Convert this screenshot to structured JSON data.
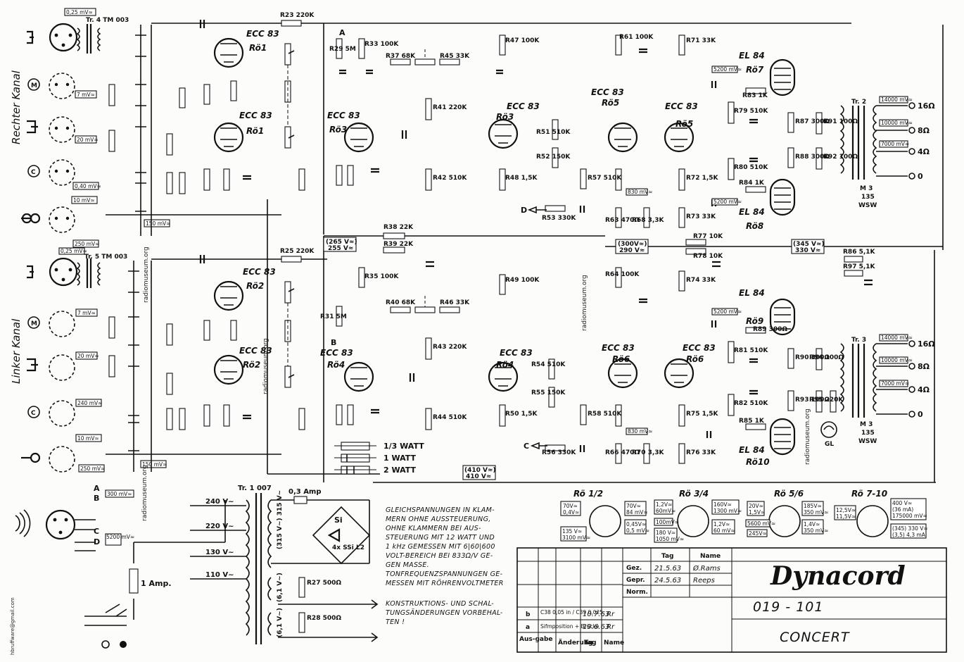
{
  "side_labels": {
    "right": "Rechter Kanal",
    "left": "Linker Kanal"
  },
  "transformers": {
    "tr4": "Tr. 4 TM 003",
    "tr5": "Tr. 5 TM 003",
    "tr1": "Tr. 1 007",
    "tr2": "Tr. 2",
    "tr3": "Tr. 3",
    "m3": "M 3",
    "m3b": "135",
    "m3c": "WSW"
  },
  "tubes": {
    "ecc83": "ECC 83",
    "el84": "EL 84",
    "ro1": "Rö1",
    "ro2": "Rö2",
    "ro3": "Rö3",
    "ro4": "Rö4",
    "ro5": "Rö5",
    "ro6": "Rö6",
    "ro7": "Rö7",
    "ro8": "Rö8",
    "ro9": "Rö9",
    "ro10": "Rö10"
  },
  "outputs": {
    "o16": "16Ω",
    "o8": "8Ω",
    "o4": "4Ω",
    "o0": "0"
  },
  "levels_right": [
    "0,25 mV≈",
    "7 mV≈",
    "20 mV≈",
    "0,40 mV≈",
    "10 mV≈",
    "150 mV≈",
    "250 mV≈"
  ],
  "levels_left": [
    "0,25 mV≈",
    "7 mV≈",
    "20 mV≈",
    "240 mV≈",
    "10 mV≈",
    "150 mV≈",
    "250 mV≈"
  ],
  "out_levels": [
    "14000 mV≈",
    "10000 mV≈",
    "7000 mV≈"
  ],
  "voltages": {
    "v265": "(265 V≈)",
    "v255": "255 V≈",
    "v300": "(300V≈)",
    "v290": "290 V≈",
    "v345": "(345 V≈)",
    "v330": "330 V≈",
    "v410a": "(410 V≈)",
    "v410b": "410 V≈",
    "v5200": "5200 mV≈",
    "v830": "830 mV≈"
  },
  "resistors_top": [
    "R23 220K",
    "R29 5M",
    "R33 100K",
    "R37 68K",
    "R45 33K",
    "R41 220K",
    "R42 510K",
    "R47 100K",
    "R48 1,5K",
    "R61 100K",
    "R71 33K",
    "R51 510K",
    "R52 150K",
    "R57 510K",
    "R53 330K",
    "R63 470Ω",
    "R68 3,3K",
    "R72 1,5K",
    "R73 33K",
    "R79 510K",
    "R80 510K",
    "R84 1K",
    "R83 1K",
    "R87 300Ω",
    "R88 300Ω",
    "R91 100Ω",
    "R92 100Ω"
  ],
  "resistors_bottom": [
    "R25 220K",
    "R31 5M",
    "R35 100K",
    "R38 22K",
    "R39 22K",
    "R40 68K",
    "R46 33K",
    "R43 220K",
    "R44 510K",
    "R49 100K",
    "R50 1,5K",
    "R64 100K",
    "R74 33K",
    "R77 10K",
    "R78 10K",
    "R86 5,1K",
    "R97 5,1K",
    "R54 510K",
    "R55 150K",
    "R58 510K",
    "R56 330K",
    "R66 470Ω",
    "R70 3,3K",
    "R75 1,5K",
    "R76 33K",
    "R81 510K",
    "R82 510K",
    "R85 1K",
    "R89 300Ω",
    "R90 300Ω",
    "R93 100Ω",
    "R94 100Ω",
    "R95 220K"
  ],
  "misc_labels": {
    "A": "A",
    "B": "B",
    "C": "C",
    "D": "D",
    "gl": "GL",
    "si": "Si",
    "ssi": "4x SSi L2",
    "fuse1": "0,3 Amp",
    "fuse2": "1 Amp."
  },
  "watt_legend": [
    "1/3 WATT",
    "1 WATT",
    "2 WATT"
  ],
  "mains": [
    "240 V~",
    "220 V~",
    "130 V~",
    "110 V~"
  ],
  "sec_windings": [
    "(315 V~) 315 V~",
    "(6,1 V~)",
    "(6,1 V~)"
  ],
  "heater_res": [
    "R27 500Ω",
    "R28 500Ω"
  ],
  "tape_levels": [
    "300 mV≈",
    "5200 mV≈"
  ],
  "note_lines": [
    "GLEICHSPANNUNGEN IN KLAM-",
    "MERN OHNE AUSSTEUERUNG,",
    "OHNE KLAMMERN BEI AUS-",
    "STEUERUNG MIT 12 WATT UND",
    "1 kHz GEMESSEN MIT 6|60|600",
    "VOLT-BEREICH BEI 833Ω/V GE-",
    "GEN MASSE.",
    "TONFREQUENZSPANNUNGEN GE-",
    "MESSEN MIT RÖHRENVOLTMETER",
    "",
    "KONSTRUKTIONS- UND SCHAL-",
    "TUNGSÄNDERUNGEN VORBEHAL-",
    "TEN !"
  ],
  "sockets": {
    "titles": [
      "Rö 1/2",
      "Rö 3/4",
      "Rö 5/6",
      "Rö 7-10"
    ],
    "s12": [
      "70V≈",
      "0,4V≈",
      "135 V≈",
      "3100 mV≈",
      "70V≈",
      "84 mV≈",
      "0,45V≈",
      "0,5 mV≈"
    ],
    "s34": [
      "1,2V≈",
      "60mV≈",
      "100mV≈",
      "180 V≈",
      "1050 mV≈",
      "160V≈",
      "1300 mV≈",
      "1,2V≈",
      "60 mV≈"
    ],
    "s56": [
      "20V≈",
      "1,5V≈",
      "5600 mV≈",
      "245V≈",
      "185V≈",
      "350 mV≈",
      "1,4V≈",
      "350 mV≈"
    ],
    "s710": [
      "12,5V≈",
      "11,5V≈",
      "400 V≈",
      "(36 mA)",
      "175000 mV≈",
      "(345) 330 V≈",
      "(3,5) 4,3 mA"
    ]
  },
  "title_block": {
    "col_tag": "Tag",
    "col_name": "Name",
    "gez": "Gez.",
    "gepr": "Gepr.",
    "norm": "Norm.",
    "gez_date": "21.5.63",
    "gepr_date": "24.5.63",
    "gez_name": "Ø.Rams",
    "gepr_name": "Reeps",
    "brand": "Dynacord",
    "number": "019 - 101",
    "model": "CONCERT",
    "ausgabe": "Aus-gabe",
    "aenderung": "Änderung",
    "tag": "Tag",
    "name": "Name",
    "rev_b": "b",
    "rev_a": "a",
    "rev_b_text": "C38 0,05 in / C39 0,025",
    "rev_a_text": "Sifmposition + Brücke",
    "rev_b_date": "10.7.63",
    "rev_a_date": "19.6.63",
    "rev_b_name": "Rr",
    "rev_a_name": "Rr"
  },
  "watermarks": [
    "radiomuseum.org",
    "hbruffware@gmail.com"
  ]
}
